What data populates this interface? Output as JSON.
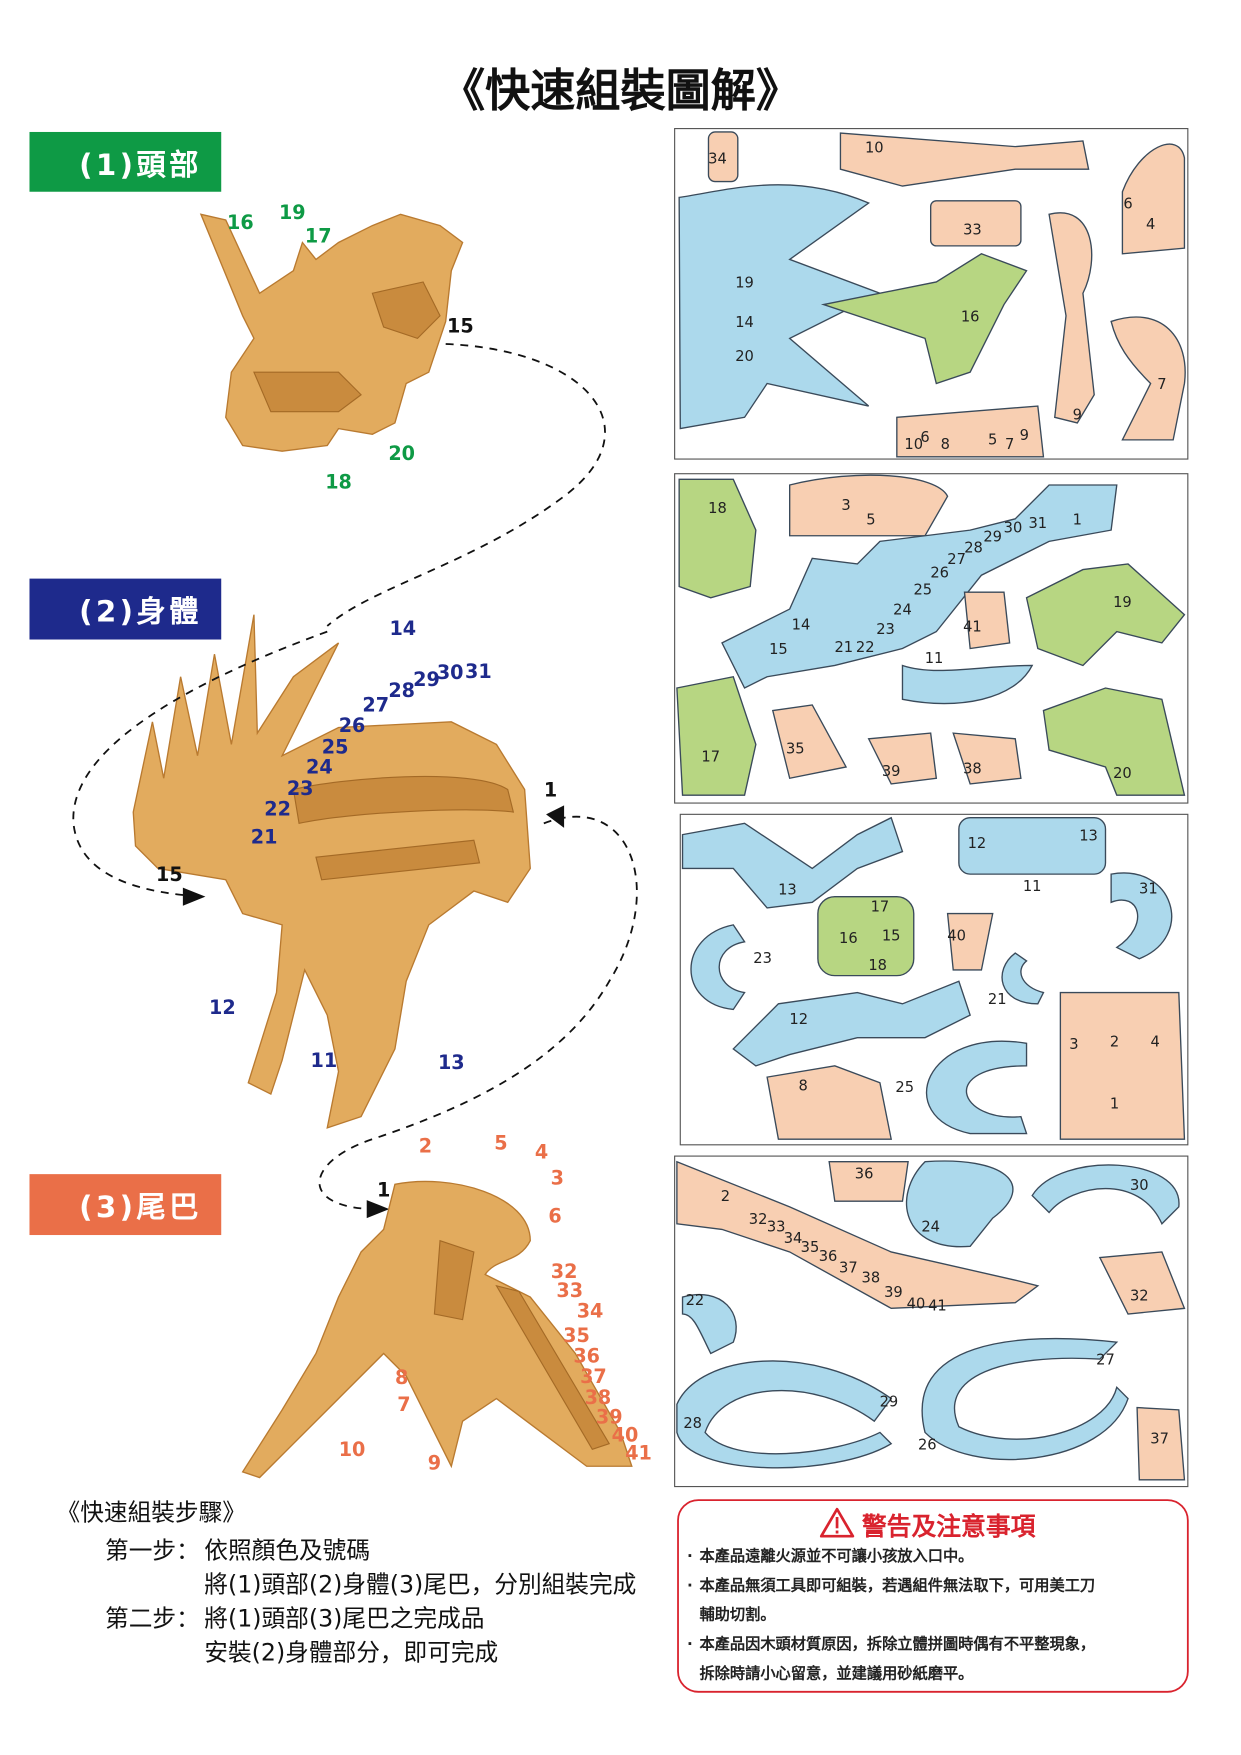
{
  "title": "《快速組裝圖解》",
  "sections": [
    {
      "label": "(1)頭部",
      "color": "#0e9a45"
    },
    {
      "label": "(2)身體",
      "color": "#1e2a8c"
    },
    {
      "label": "(3)尾巴",
      "color": "#ea6f48"
    }
  ],
  "head_labels": [
    "16",
    "19",
    "17",
    "15",
    "18",
    "20"
  ],
  "body_labels": [
    "14",
    "31",
    "30",
    "29",
    "28",
    "27",
    "26",
    "25",
    "24",
    "23",
    "22",
    "21",
    "1",
    "15",
    "12",
    "11",
    "13"
  ],
  "tail_labels": [
    "2",
    "5",
    "4",
    "3",
    "6",
    "1",
    "32",
    "33",
    "34",
    "35",
    "36",
    "37",
    "38",
    "39",
    "40",
    "41",
    "8",
    "7",
    "10",
    "9"
  ],
  "sheet1_labels": [
    "34",
    "10",
    "6",
    "4",
    "33",
    "19",
    "14",
    "20",
    "16",
    "7",
    "9",
    "10",
    "6",
    "8",
    "5",
    "7",
    "9"
  ],
  "sheet2_labels": [
    "18",
    "3",
    "5",
    "1",
    "31",
    "30",
    "29",
    "28",
    "27",
    "26",
    "25",
    "24",
    "23",
    "22",
    "21",
    "14",
    "15",
    "11",
    "41",
    "19",
    "17",
    "35",
    "39",
    "38",
    "20"
  ],
  "sheet3_labels": [
    "13",
    "12",
    "11",
    "13",
    "31",
    "17",
    "15",
    "16",
    "18",
    "40",
    "23",
    "21",
    "12",
    "3",
    "2",
    "4",
    "1",
    "8",
    "25"
  ],
  "sheet4_labels": [
    "2",
    "36",
    "30",
    "32",
    "33",
    "34",
    "35",
    "36",
    "37",
    "38",
    "39",
    "40",
    "41",
    "24",
    "22",
    "32",
    "27",
    "29",
    "28",
    "26",
    "37"
  ],
  "steps": {
    "heading": "《快速組裝步驟》",
    "step1_label": "第一步：",
    "step1_line1": "依照顏色及號碼",
    "step1_line2": "將(1)頭部(2)身體(3)尾巴，分別組裝完成",
    "step2_label": "第二步：",
    "step2_line1": "將(1)頭部(3)尾巴之完成品",
    "step2_line2": "安裝(2)身體部分，即可完成"
  },
  "warning": {
    "title": "警告及注意事項",
    "items": [
      "本產品遠離火源並不可讓小孩放入口中。",
      "本產品無須工具即可組裝，若遇組件無法取下，可用美工刀",
      "輔助切割。",
      "本產品因木頭材質原因，拆除立體拼圖時偶有不平整現象，",
      "拆除時請小心留意，並建議用砂紙磨平。"
    ],
    "color": "#d9232e"
  }
}
